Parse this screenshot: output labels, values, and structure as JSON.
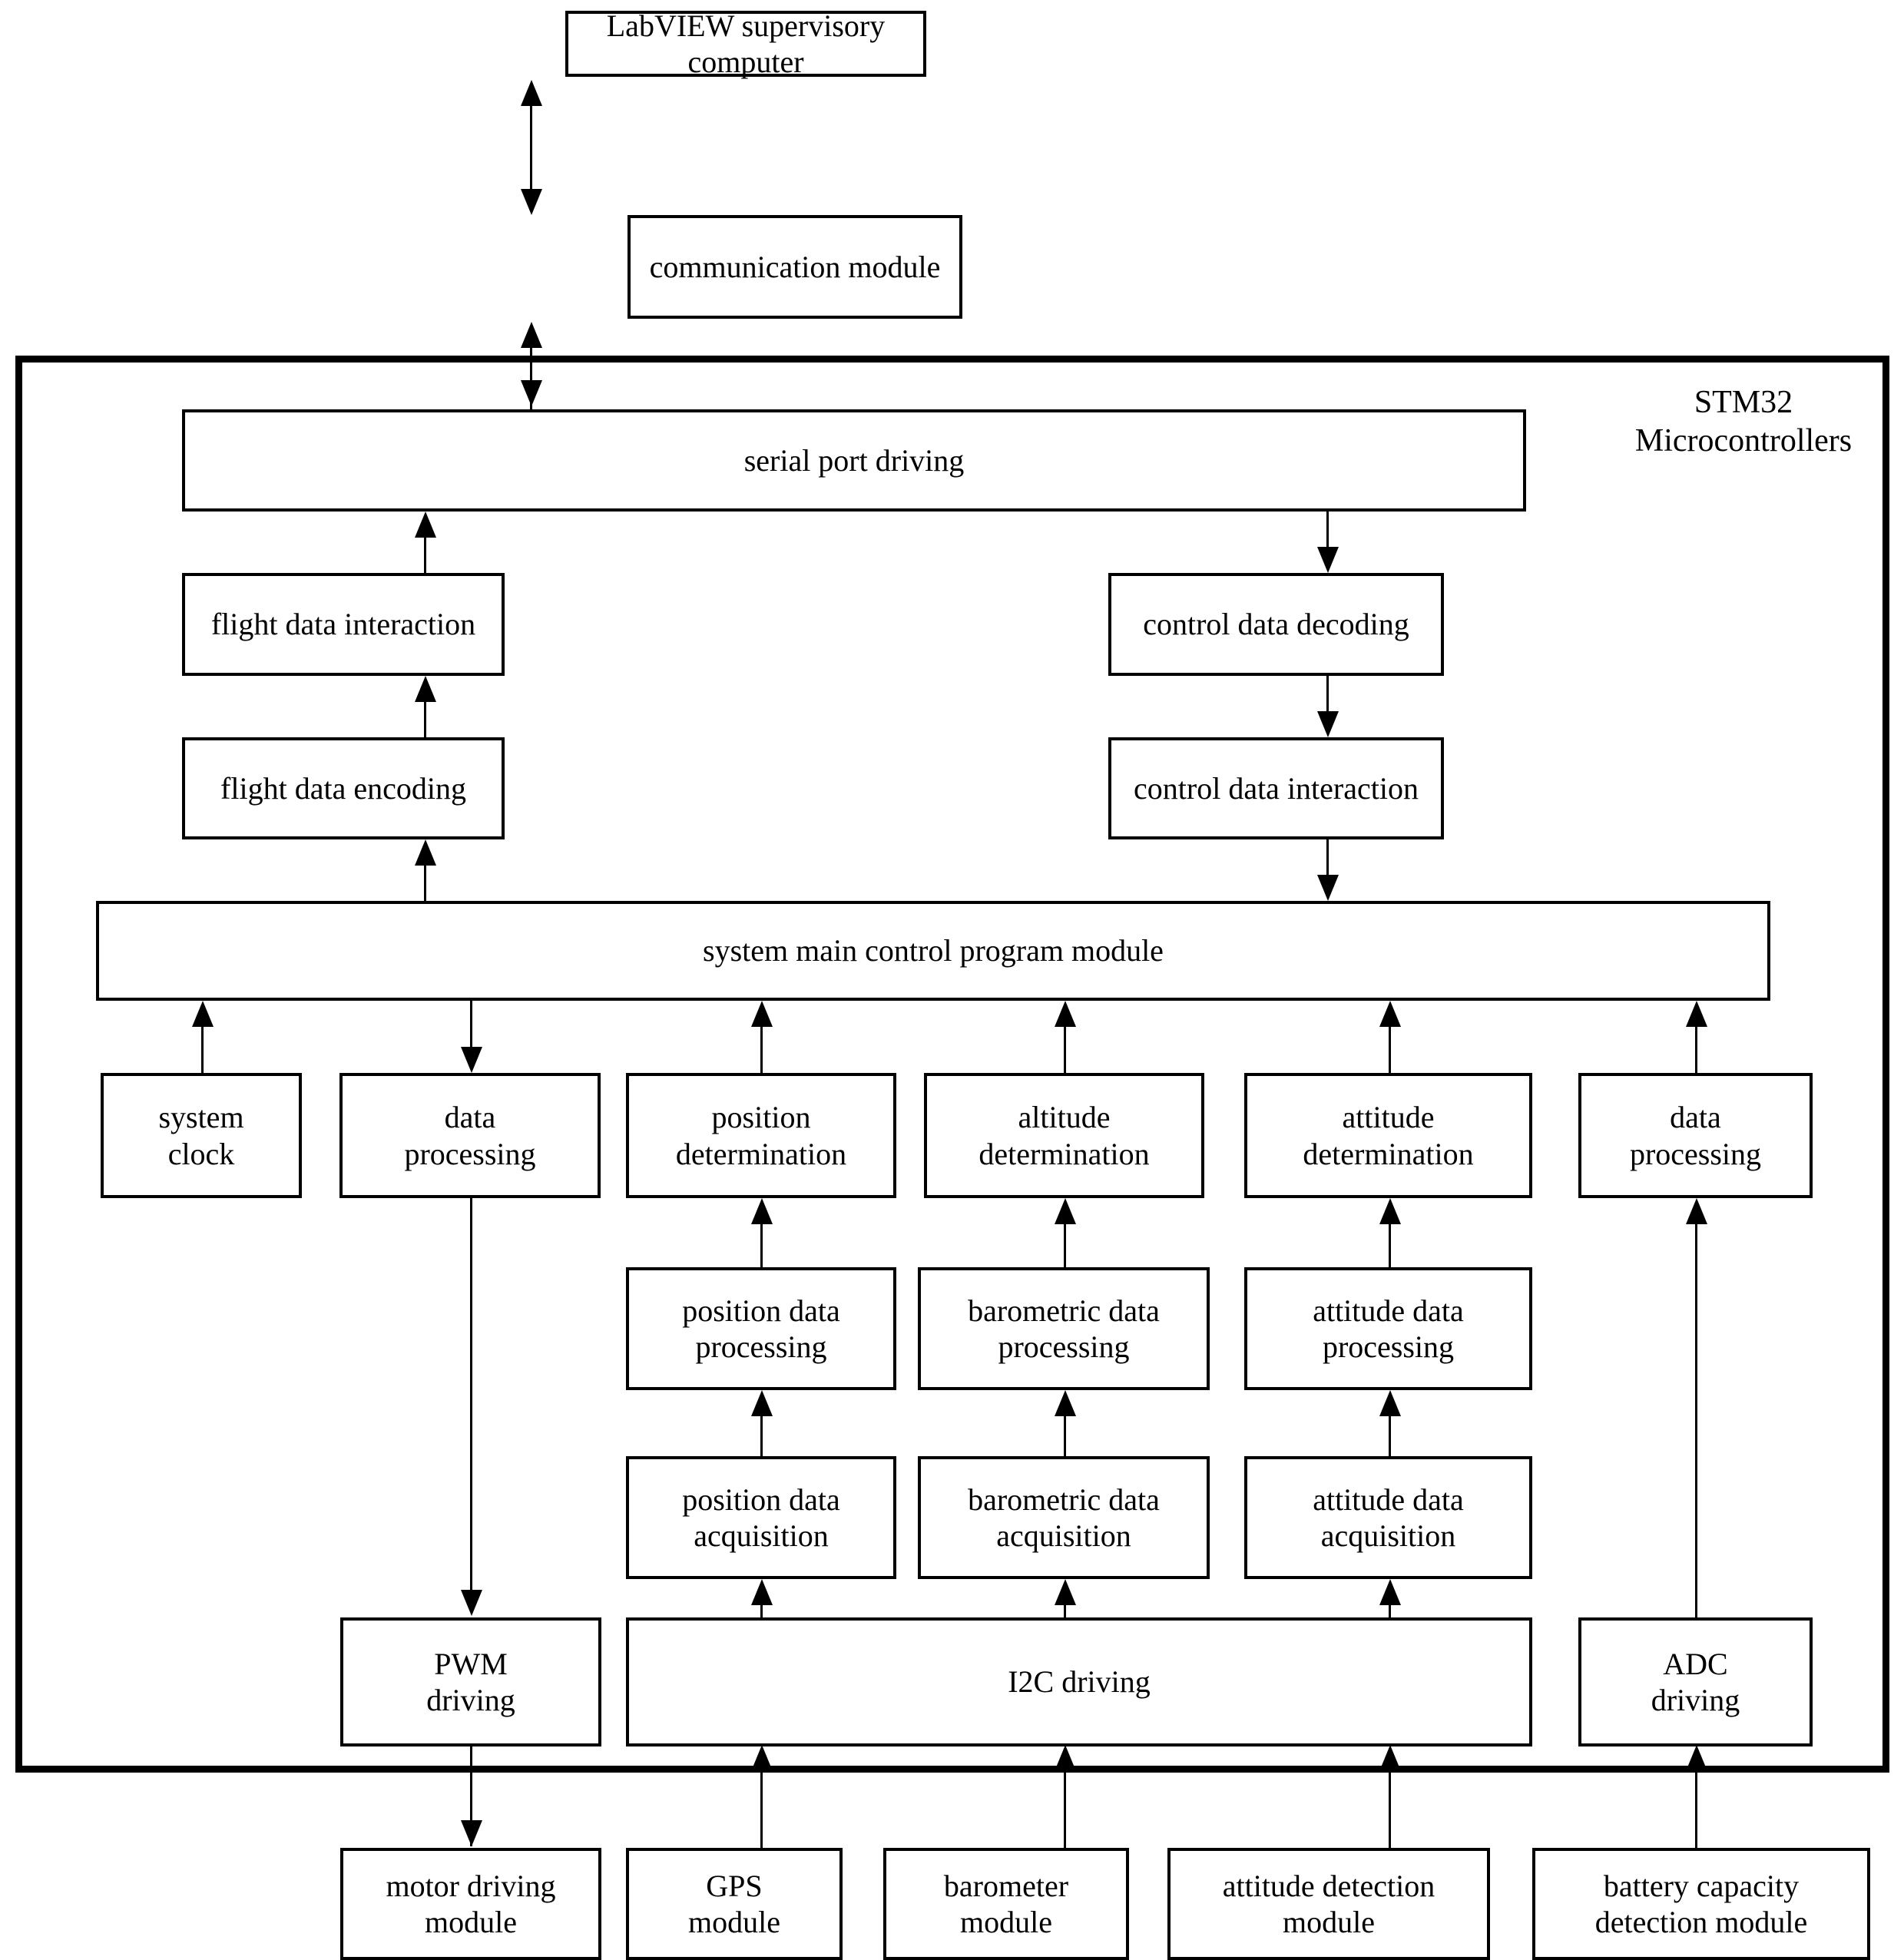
{
  "diagram": {
    "title_node": "LabVIEW supervisory computer",
    "container_label": "STM32\nMicrocontrollers",
    "nodes": {
      "labview": "LabVIEW supervisory computer",
      "communication_module": "communication module",
      "serial_port_driving": "serial port driving",
      "flight_data_interaction": "flight data interaction",
      "control_data_decoding": "control data decoding",
      "flight_data_encoding": "flight data encoding",
      "control_data_interaction": "control data interaction",
      "system_main_control": "system main control program module",
      "system_clock": "system\nclock",
      "data_processing_left": "data\nprocessing",
      "position_determination": "position\ndetermination",
      "altitude_determination": "altitude\ndetermination",
      "attitude_determination": "attitude\ndetermination",
      "data_processing_right": "data\nprocessing",
      "position_data_processing": "position data\nprocessing",
      "barometric_data_processing": "barometric data\nprocessing",
      "attitude_data_processing": "attitude data\nprocessing",
      "position_data_acquisition": "position data\nacquisition",
      "barometric_data_acquisition": "barometric  data\nacquisition",
      "attitude_data_acquisition": "attitude data\nacquisition",
      "pwm_driving": "PWM\ndriving",
      "i2c_driving": "I2C driving",
      "adc_driving": "ADC\ndriving",
      "motor_driving_module": "motor driving\nmodule",
      "gps_module": "GPS\nmodule",
      "barometer_module": "barometer\nmodule",
      "attitude_detection_module": "attitude detection\nmodule",
      "battery_capacity_module": "battery capacity\ndetection module"
    },
    "colors": {
      "line": "#000000",
      "background": "#ffffff",
      "box_fill": "#ffffff"
    }
  }
}
